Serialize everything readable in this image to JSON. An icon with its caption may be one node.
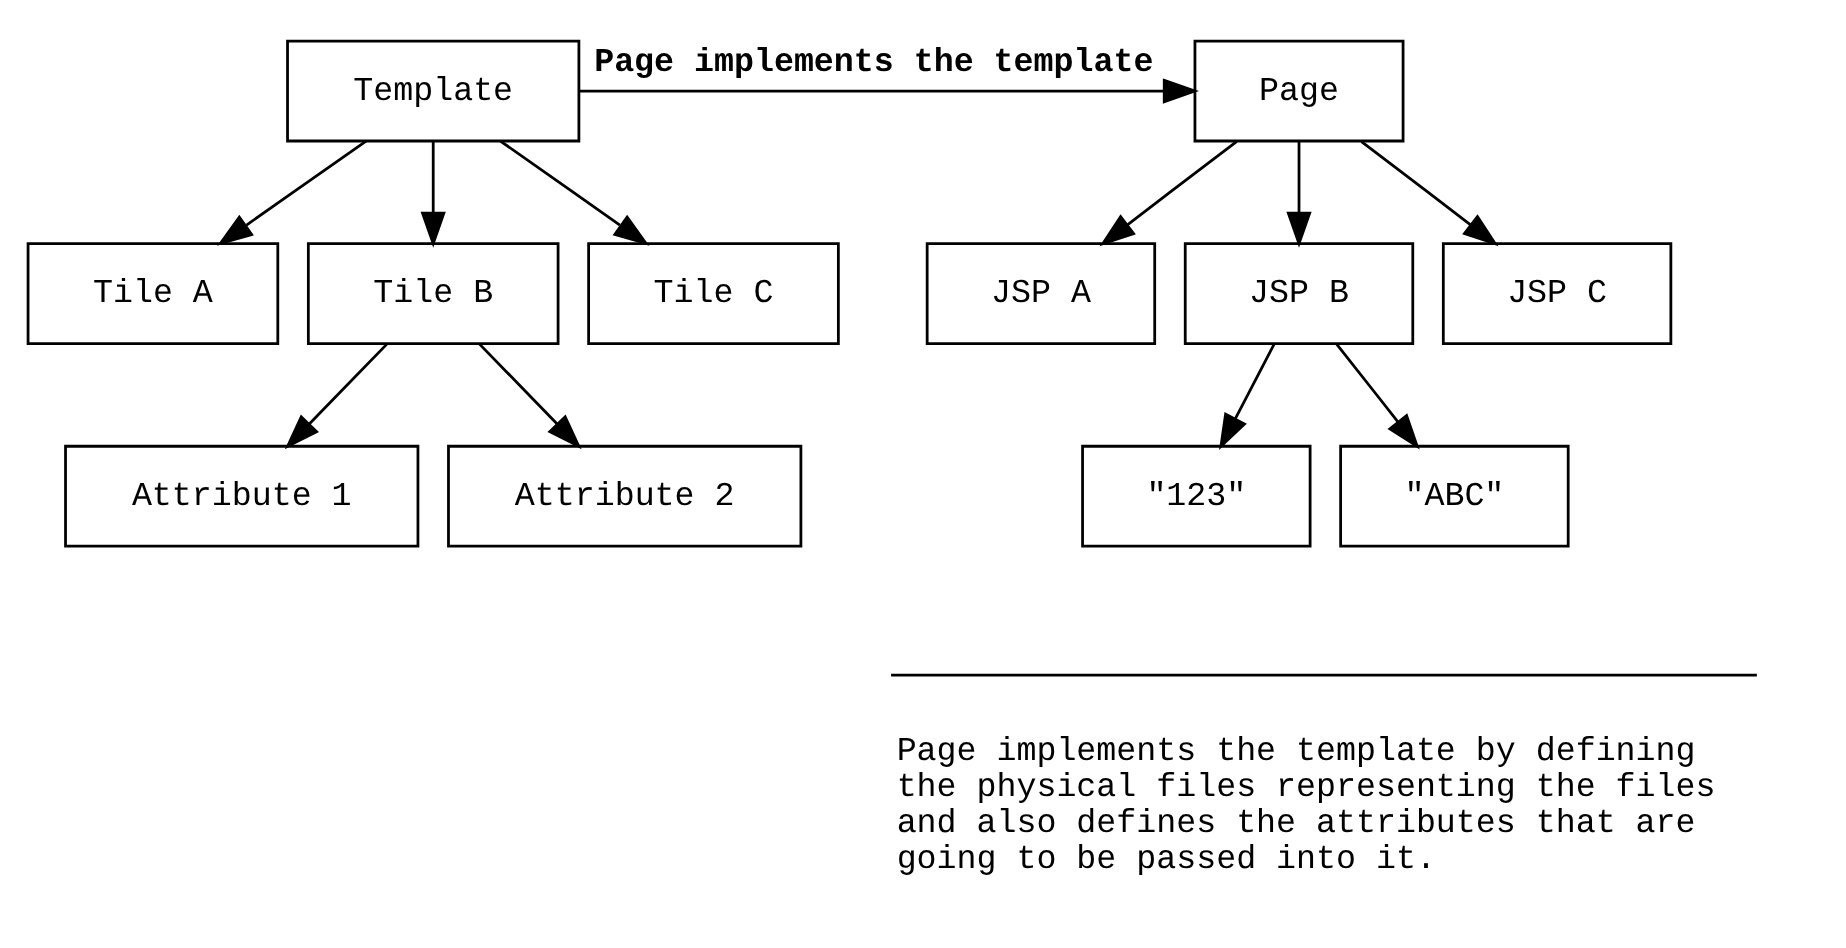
{
  "diagram": {
    "nodes": [
      {
        "text": [
          "Template"
        ]
      },
      {
        "text": [
          "Page"
        ]
      },
      {
        "text": [
          "Tile A"
        ]
      },
      {
        "text": [
          "Tile B"
        ]
      },
      {
        "text": [
          "Tile C"
        ]
      },
      {
        "text": [
          "Attribute 1"
        ]
      },
      {
        "text": [
          "Attribute 2"
        ]
      },
      {
        "text": [
          "JSP A"
        ]
      },
      {
        "text": [
          "JSP B"
        ]
      },
      {
        "text": [
          "JSP C"
        ]
      },
      {
        "text": [
          "\"123\""
        ]
      },
      {
        "text": [
          "\"ABC\""
        ]
      }
    ],
    "edges": [
      {
        "from": 0,
        "to": 1,
        "arrow": "to",
        "label": "Page implements the template"
      },
      {
        "from": 0,
        "to": 2,
        "arrow": "to"
      },
      {
        "from": 0,
        "to": 3,
        "arrow": "to"
      },
      {
        "from": 0,
        "to": 4,
        "arrow": "to"
      },
      {
        "from": 3,
        "to": 5,
        "arrow": "to"
      },
      {
        "from": 3,
        "to": 6,
        "arrow": "to"
      },
      {
        "from": 1,
        "to": 7,
        "arrow": "to"
      },
      {
        "from": 1,
        "to": 8,
        "arrow": "to"
      },
      {
        "from": 1,
        "to": 9,
        "arrow": "to"
      },
      {
        "from": 8,
        "to": 10,
        "arrow": "to"
      },
      {
        "from": 8,
        "to": 11,
        "arrow": "to"
      }
    ],
    "labels": [
      "Page implements the template by defining the physical files representing the files and also defines the attributes that are going to be passed into it."
    ]
  }
}
